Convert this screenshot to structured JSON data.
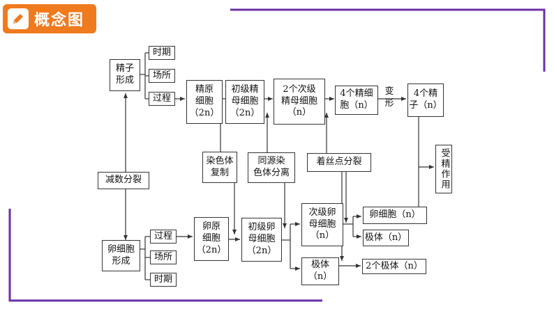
{
  "header": {
    "title": "概念图",
    "icon": "edit-pencil-icon"
  },
  "colors": {
    "accent": "#f07a1e",
    "frame": "#6b2fa6",
    "line": "#333333"
  },
  "sperm": {
    "title": "精子\n形成",
    "time": "时期",
    "place": "场所",
    "process": "过程",
    "stage1": "精原\n细胞\n（2n）",
    "stage2": "初级精\n母细胞\n（2n）",
    "stage3": "2个次级\n精母细胞\n（n）",
    "stage4": "4个精细\n胞（n）",
    "transform": "变\n形",
    "stage5": "4个精\n子（n）"
  },
  "events": {
    "replication": "染色体\n复制",
    "homolog_separation": "同源染\n色体分离",
    "centromere_split": "着丝点分裂",
    "fertilization": "受精作用",
    "meiosis": "减数分裂"
  },
  "egg": {
    "title": "卵细胞\n形成",
    "process": "过程",
    "place": "场所",
    "time": "时期",
    "stage1": "卵原\n细胞\n（2n）",
    "stage2": "初级卵\n母细胞\n（2n）",
    "secondary_oocyte": "次级卵\n母细胞\n（n）",
    "polar_body": "极体\n（n）",
    "egg_cell": "卵细胞（n）",
    "polar_body_out": "极体（n）",
    "two_polar_bodies": "2个极体（n）"
  }
}
